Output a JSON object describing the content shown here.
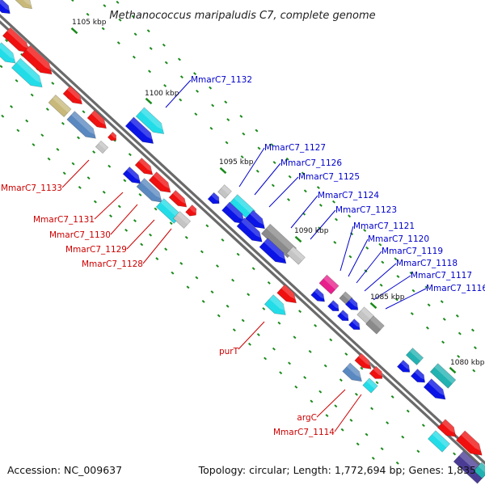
{
  "title": "Methanococcus maripaludis C7, complete genome",
  "footer": {
    "accession": "Accession: NC_009637",
    "info": "Topology: circular; Length: 1,772,694 bp; Genes: 1,835"
  },
  "colors": {
    "blue": "#0a14e6",
    "red": "#f01010",
    "cyan": "#22dde8",
    "steel": "#5a88c0",
    "gray": "#8a8a8a",
    "lightgray": "#c4c4c4",
    "khaki": "#c8b97a",
    "teal": "#22b2b2",
    "magenta": "#e81e8c",
    "navy": "#4a3c94",
    "tick": "#1a8a1a",
    "backbone": "#6a6a6a"
  },
  "kbp_labels": [
    "1105 kbp",
    "1100 kbp",
    "1095 kbp",
    "1090 kbp",
    "1085 kbp",
    "1080 kbp"
  ],
  "blue_labels": [
    "MmarC7_1132",
    "MmarC7_1127",
    "MmarC7_1126",
    "MmarC7_1125",
    "MmarC7_1124",
    "MmarC7_1123",
    "MmarC7_1121",
    "MmarC7_1120",
    "MmarC7_1119",
    "MmarC7_1118",
    "MmarC7_1117",
    "MmarC7_1116"
  ],
  "red_labels": [
    "MmarC7_1133",
    "MmarC7_1131",
    "MmarC7_1130",
    "MmarC7_1129",
    "MmarC7_1128",
    "purT",
    "argC",
    "MmarC7_1114"
  ]
}
